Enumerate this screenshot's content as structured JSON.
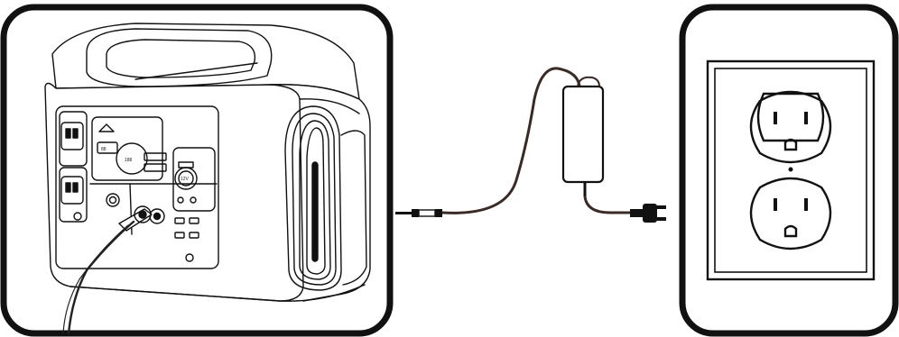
{
  "panels": {
    "power_station": {
      "display_digits_left": "88",
      "display_digits_main": "188",
      "port_label_12v": "12V"
    },
    "wall_outlet": {}
  },
  "colors": {
    "line": "#111111",
    "cable": "#3a2a26",
    "background": "#ffffff"
  }
}
